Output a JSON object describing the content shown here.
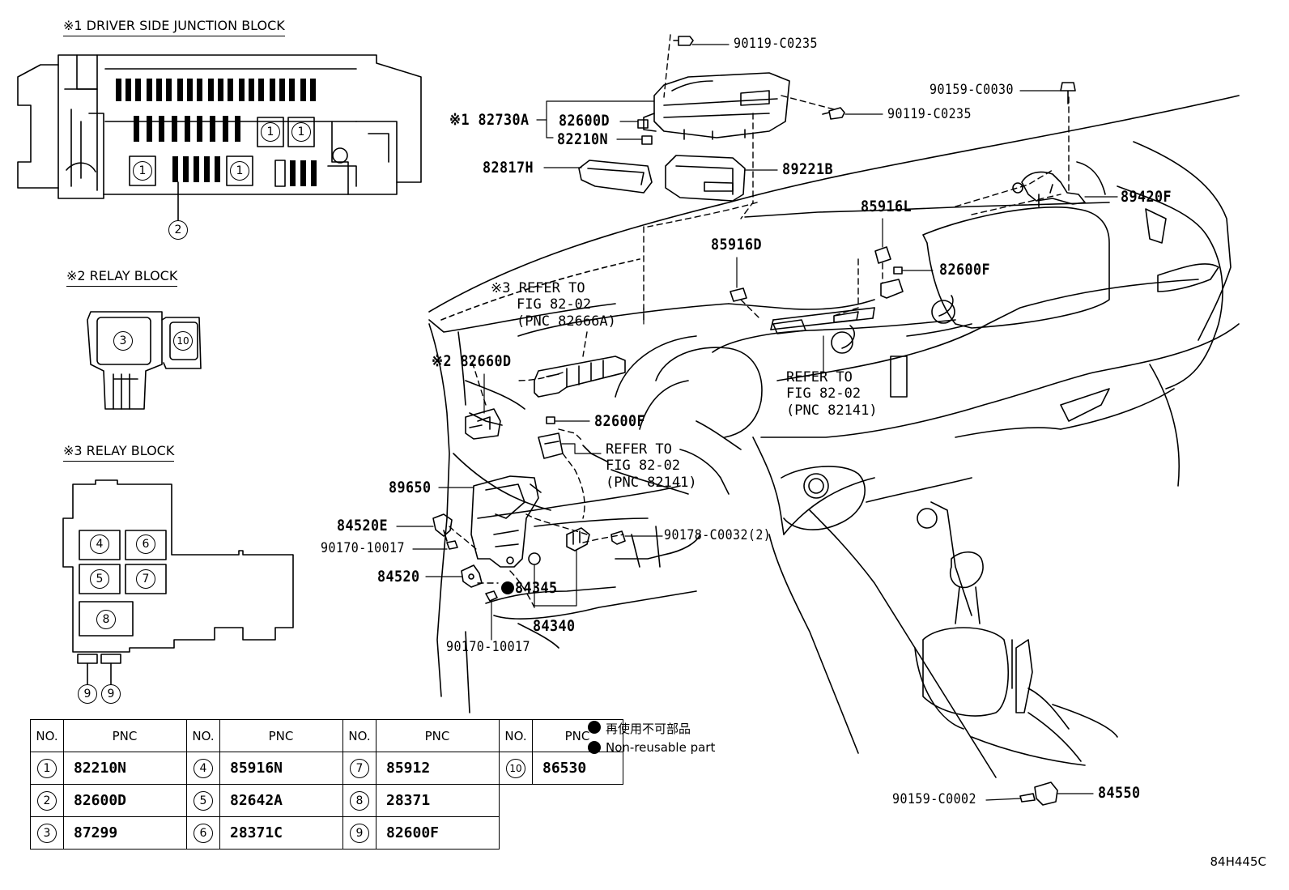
{
  "sections": {
    "driver_junction": "※1 DRIVER SIDE JUNCTION BLOCK",
    "relay2": "※2 RELAY BLOCK",
    "relay3": "※3 RELAY BLOCK"
  },
  "callouts": {
    "jb_1a": "1",
    "jb_1b": "1",
    "jb_1c": "1",
    "jb_1d": "1",
    "jb_2": "2",
    "r2_3": "3",
    "r2_10": "10",
    "r3_4": "4",
    "r3_6": "6",
    "r3_5": "5",
    "r3_7": "7",
    "r3_8": "8",
    "r3_9a": "9",
    "r3_9b": "9"
  },
  "labels": {
    "p90119a": "90119-C0235",
    "p90159a": "90159-C0030",
    "p90119b": "90119-C0235",
    "p82730": "※1 82730A",
    "p82600d": "82600D",
    "p82210n": "82210N",
    "p82817h": "82817H",
    "p89221b": "89221B",
    "p89420f": "89420F",
    "p85916l": "85916L",
    "p85916d": "85916D",
    "p82600f_a": "82600F",
    "p82660d": "※2 82660D",
    "p82600f_b": "82600F",
    "p89650": "89650",
    "p84520e": "84520E",
    "p90170a": "90170-10017",
    "p90178": "90178-C0032(2)",
    "p84520": "84520",
    "p84345": "84345",
    "p84340": "84340",
    "p90170b": "90170-10017",
    "p90159b": "90159-C0002",
    "p84550": "84550"
  },
  "refs": {
    "ref1": [
      "※3 REFER TO",
      "FIG 82-02",
      "(PNC 82666A)"
    ],
    "ref2": [
      "REFER TO",
      "FIG 82-02",
      "(PNC 82141)"
    ],
    "ref3": [
      "REFER TO",
      "FIG 82-02",
      "(PNC 82141)"
    ]
  },
  "legend": {
    "jp": "再使用不可部品",
    "en": "Non-reusable part"
  },
  "table": {
    "headers": {
      "no": "NO.",
      "pnc": "PNC"
    },
    "rows": [
      [
        {
          "no": "1",
          "pnc": "82210N"
        },
        {
          "no": "4",
          "pnc": "85916N"
        },
        {
          "no": "7",
          "pnc": "85912"
        },
        {
          "no": "10",
          "pnc": "86530"
        }
      ],
      [
        {
          "no": "2",
          "pnc": "82600D"
        },
        {
          "no": "5",
          "pnc": "82642A"
        },
        {
          "no": "8",
          "pnc": "28371"
        }
      ],
      [
        {
          "no": "3",
          "pnc": "87299"
        },
        {
          "no": "6",
          "pnc": "28371C"
        },
        {
          "no": "9",
          "pnc": "82600F"
        }
      ]
    ]
  },
  "figure_code": "84H445C"
}
